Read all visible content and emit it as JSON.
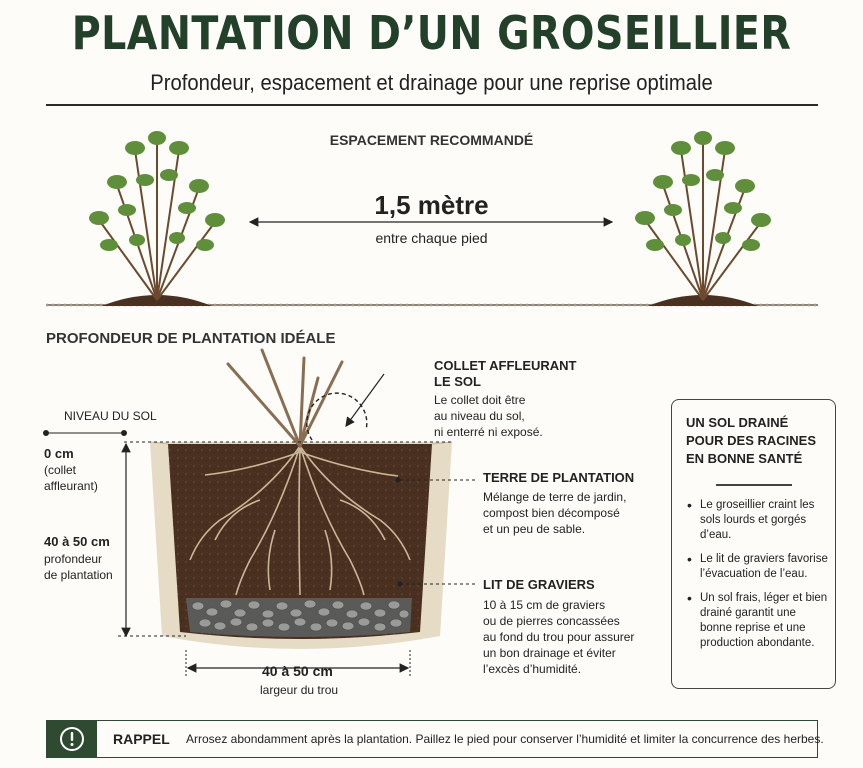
{
  "header": {
    "title": "PLANTATION D’UN GROSEILLIER",
    "subtitle": "Profondeur, espacement et drainage pour une reprise optimale"
  },
  "spacing": {
    "heading": "ESPACEMENT RECOMMANDÉ",
    "value": "1,5 mètre",
    "caption": "entre chaque pied"
  },
  "depth": {
    "heading": "PROFONDEUR DE PLANTATION IDÉALE",
    "ground_level": "NIVEAU DU SOL",
    "zero_value": "0 cm",
    "zero_note_1": "(collet",
    "zero_note_2": "affleurant)",
    "depth_value": "40 à 50 cm",
    "depth_note_1": "profondeur",
    "depth_note_2": "de plantation",
    "width_value": "40 à 50 cm",
    "width_note": "largeur du trou"
  },
  "annotations": {
    "collar": {
      "title_1": "COLLET AFFLEURANT",
      "title_2": "LE SOL",
      "text": [
        "Le collet doit être",
        "au niveau du sol,",
        "ni enterré ni exposé."
      ]
    },
    "soil": {
      "title": "TERRE DE PLANTATION",
      "text": [
        "Mélange de terre de jardin,",
        "compost bien décomposé",
        "et un peu de sable."
      ]
    },
    "gravel": {
      "title": "LIT DE GRAVIERS",
      "text": [
        "10 à 15 cm de graviers",
        "ou de pierres concassées",
        "au fond du trou pour assurer",
        "un bon drainage et éviter",
        "l’excès d’humidité."
      ]
    }
  },
  "info_box": {
    "title": "UN SOL DRAINÉ POUR DES RACINES EN BONNE SANTÉ",
    "items": [
      "Le groseillier craint les sols lourds et gorgés d’eau.",
      "Le lit de graviers favorise l’évacuation de l’eau.",
      "Un sol frais, léger et bien drainé garantit une bonne reprise et une production abondante."
    ]
  },
  "reminder": {
    "icon": "exclamation-circle-icon",
    "label": "RAPPEL",
    "text": "Arrosez abondamment après la plantation. Paillez le pied pour conserver l’humidité et limiter la concurrence des herbes."
  },
  "colors": {
    "title_green": "#23402a",
    "leaf": "#5f8f3a",
    "soil": "#4a3020",
    "gravel": "#8a8a88",
    "reminder_green": "#2e4b32"
  }
}
